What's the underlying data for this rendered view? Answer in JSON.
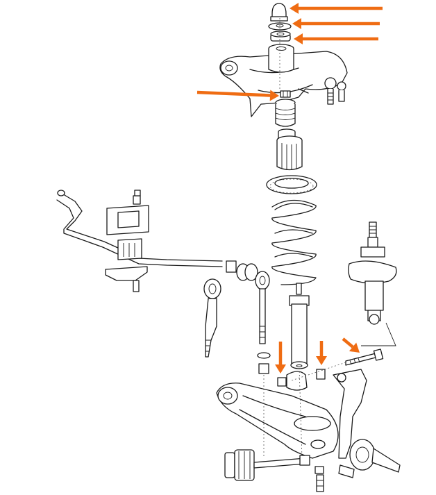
{
  "colors": {
    "arrow": "#ef6c13",
    "ink": "#1a1a1a",
    "background": "#ffffff"
  },
  "callout_arrows": [
    {
      "target": "upper-cap-nut",
      "direction": "left"
    },
    {
      "target": "upper-washer",
      "direction": "left"
    },
    {
      "target": "upper-rubber-bushing",
      "direction": "left"
    },
    {
      "target": "shock-top-nut",
      "direction": "right"
    },
    {
      "target": "lower-shock-mount-left",
      "direction": "down"
    },
    {
      "target": "lower-shock-mount-right",
      "direction": "down"
    },
    {
      "target": "lower-mount-bolt",
      "direction": "down-right"
    }
  ]
}
